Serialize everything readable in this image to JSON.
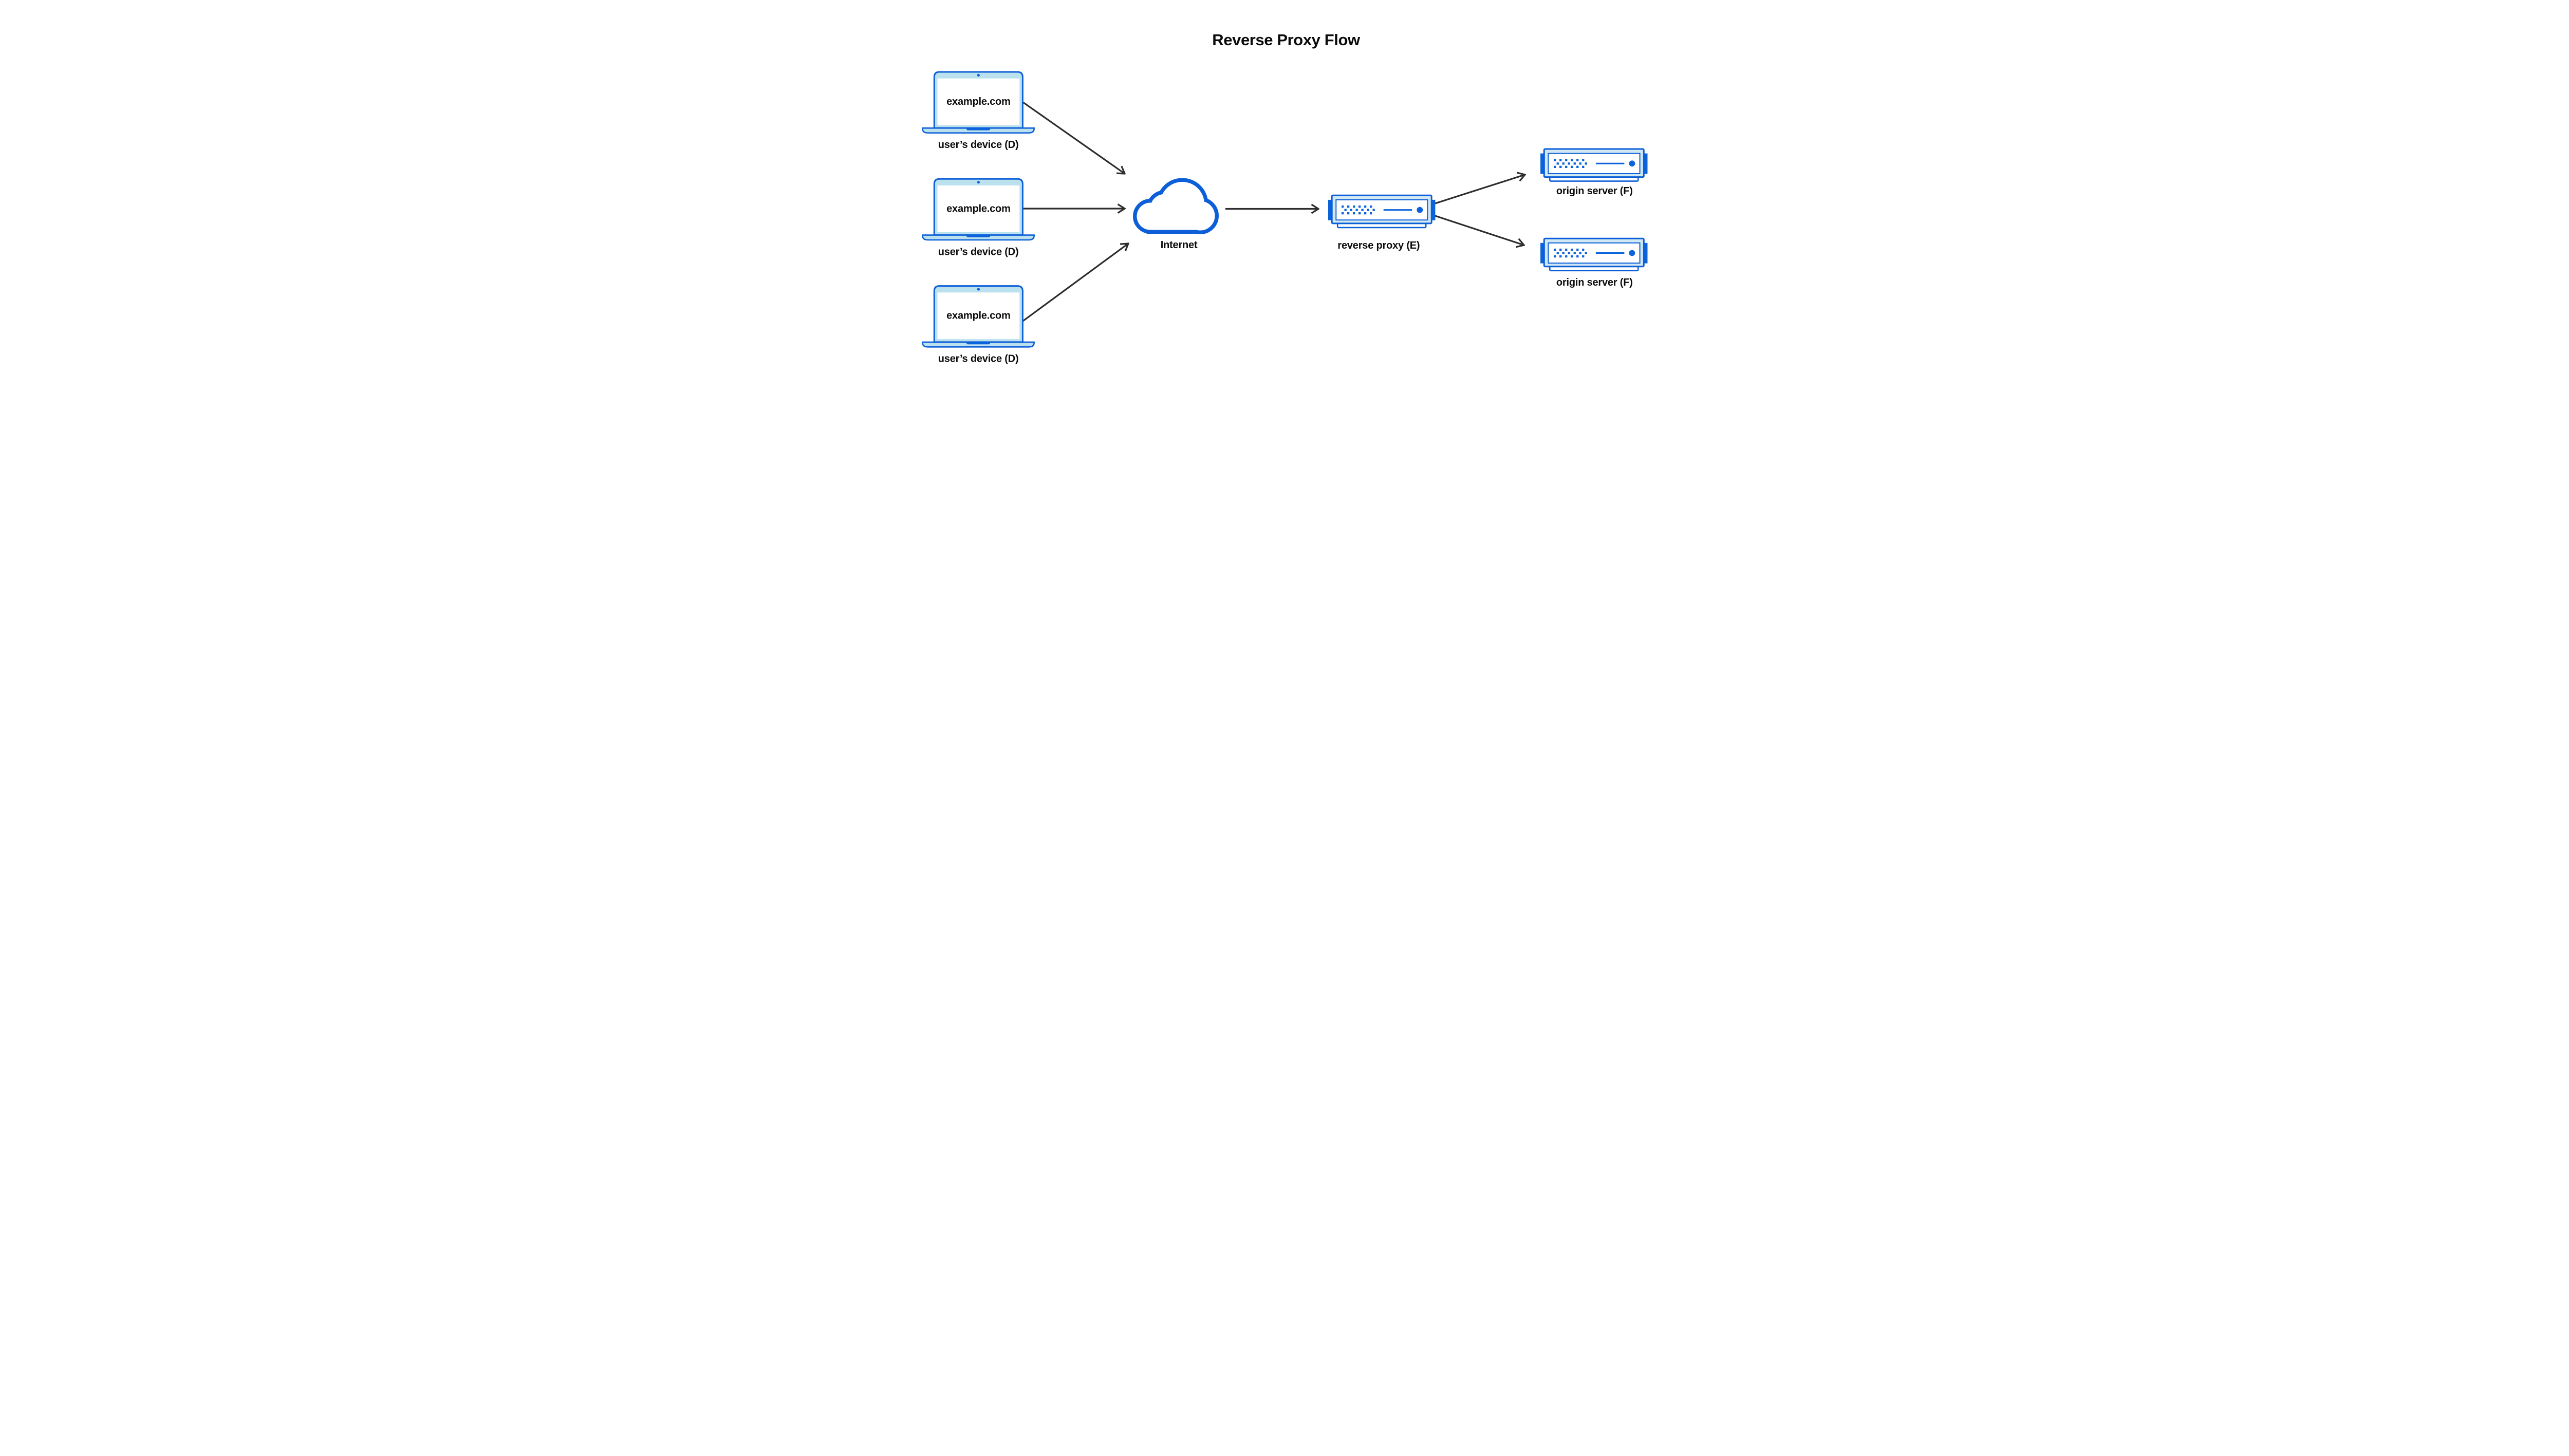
{
  "title": "Reverse Proxy Flow",
  "nodes": {
    "devices": [
      {
        "id": "user-device-1",
        "screen_text": "example.com",
        "label": "user’s device (D)"
      },
      {
        "id": "user-device-2",
        "screen_text": "example.com",
        "label": "user’s device (D)"
      },
      {
        "id": "user-device-3",
        "screen_text": "example.com",
        "label": "user’s device (D)"
      }
    ],
    "internet": {
      "id": "internet",
      "label": "Internet"
    },
    "reverse_proxy": {
      "id": "reverse-proxy",
      "label": "reverse proxy (E)"
    },
    "origin_servers": [
      {
        "id": "origin-server-1",
        "label": "origin server (F)"
      },
      {
        "id": "origin-server-2",
        "label": "origin server (F)"
      }
    ]
  },
  "edges": [
    {
      "from": "user-device-1",
      "to": "internet"
    },
    {
      "from": "user-device-2",
      "to": "internet"
    },
    {
      "from": "user-device-3",
      "to": "internet"
    },
    {
      "from": "internet",
      "to": "reverse-proxy"
    },
    {
      "from": "reverse-proxy",
      "to": "origin-server-1"
    },
    {
      "from": "reverse-proxy",
      "to": "origin-server-2"
    }
  ],
  "colors": {
    "blue_stroke": "#0d5fd8",
    "blue_solid": "#0b63db",
    "laptop_fill": "#bce1ee",
    "server_fill": "#d2e9f4",
    "arrow_color": "#2d2d2d",
    "text_color": "#0b0b0b",
    "bg": "#ffffff"
  }
}
